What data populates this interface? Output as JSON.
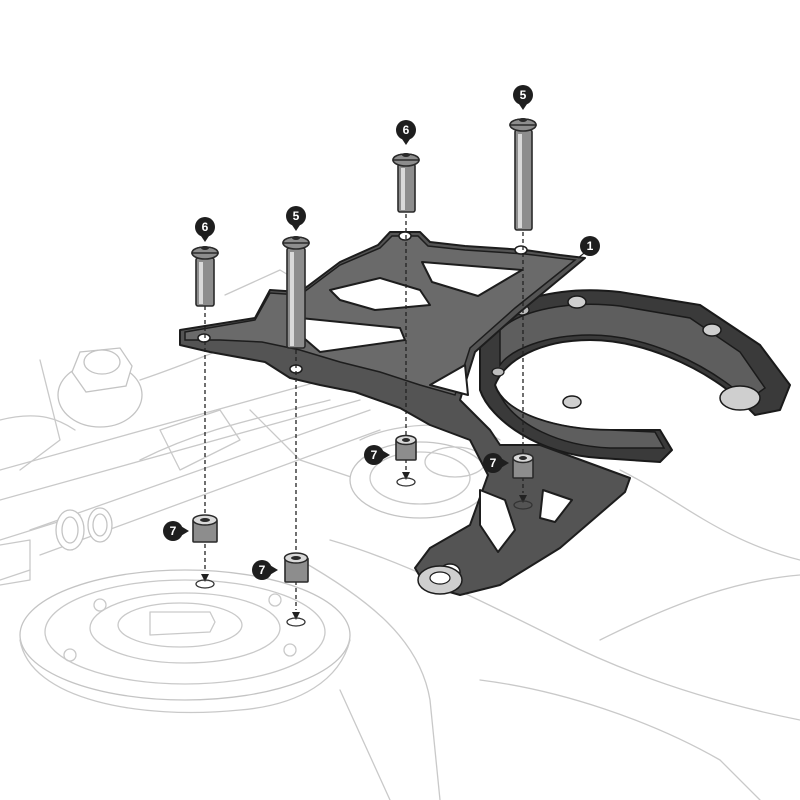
{
  "callouts": {
    "part_1": "1",
    "bolt_long": "5",
    "bolt_short": "6",
    "spacer": "7"
  }
}
